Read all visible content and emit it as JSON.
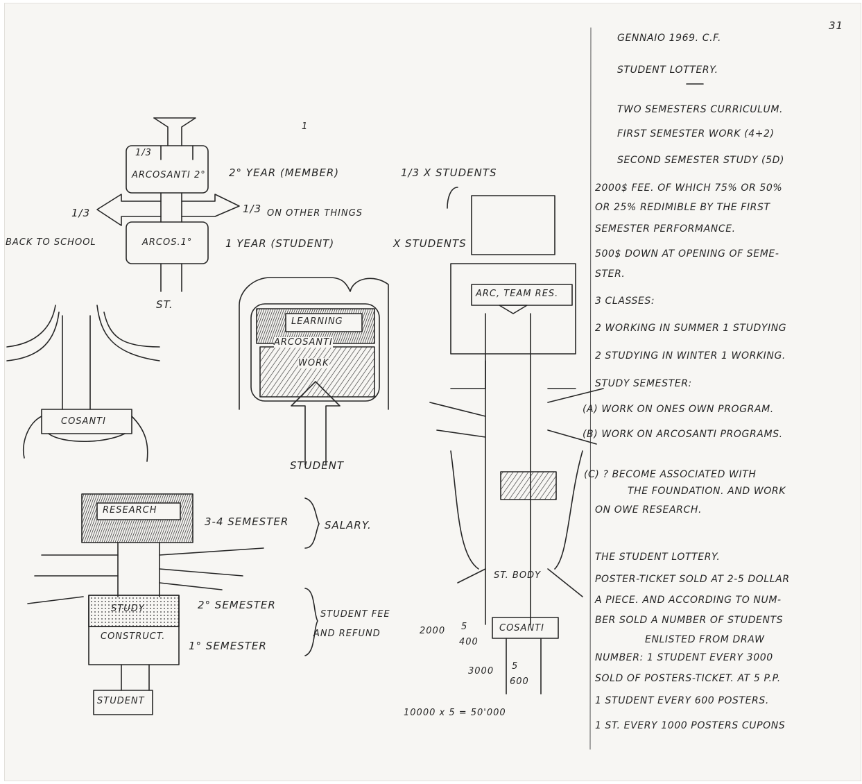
{
  "page_number": "31",
  "notes": {
    "header": "GENNAIO 1969. C.F.",
    "title": "STUDENT LOTTERY.",
    "lines": [
      "TWO SEMESTERS CURRICULUM.",
      "FIRST SEMESTER WORK (4+2)",
      "SECOND SEMESTER STUDY (5D)",
      "2000$ FEE. OF WHICH 75% OR 50%",
      "OR 25% REDIMIBLE BY THE FIRST",
      "SEMESTER PERFORMANCE.",
      "500$ DOWN AT OPENING OF SEME-",
      "STER.",
      "3 CLASSES:",
      "2 WORKING IN SUMMER 1 STUDYING",
      "2 STUDYING IN WINTER 1 WORKING.",
      "STUDY SEMESTER:",
      "(A) WORK ON ONES OWN PROGRAM.",
      "(B) WORK ON ARCOSANTI PROGRAMS.",
      "(C) ? BECOME ASSOCIATED WITH",
      "THE FOUNDATION. AND WORK",
      "ON OWE RESEARCH.",
      "THE STUDENT LOTTERY.",
      "POSTER-TICKET SOLD AT 2-5 DOLLAR",
      "A PIECE. AND ACCORDING TO NUM-",
      "BER SOLD A NUMBER OF STUDENTS",
      "ENLISTED FROM DRAW",
      "NUMBER: 1 STUDENT EVERY 3000",
      "SOLD OF POSTERS-TICKET. AT 5 P.P.",
      "1 STUDENT EVERY 600 POSTERS.",
      "1 ST. EVERY 1000 POSTERS CUPONS"
    ]
  },
  "diagram_top": {
    "fraction": "1/3",
    "arcosanti_2": "ARCOSANTI 2°",
    "year2": "2° YEAR (MEMBER)",
    "students_third": "1/3 X STUDENTS",
    "left_third": "1/3",
    "right_third": "1/3",
    "other_things": "ON OTHER THINGS",
    "back_to_school": "BACK TO SCHOOL",
    "arcos_1": "ARCOS.1°",
    "year1": "1 YEAR (STUDENT)",
    "x_students": "X STUDENTS",
    "st": "ST.",
    "mark": "1"
  },
  "diagram_center": {
    "learning": "LEARNING",
    "arcosanti": "ARCOSANTI",
    "work": "WORK",
    "student": "STUDENT"
  },
  "diagram_left": {
    "cosanti": "COSANTI"
  },
  "diagram_bottom": {
    "research": "RESEARCH",
    "semesters_34": "3-4 SEMESTER",
    "salary": "SALARY.",
    "study": "STUDY",
    "construct": "CONSTRUCT.",
    "semester2": "2° SEMESTER",
    "semester1": "1° SEMESTER",
    "student_fee": "STUDENT FEE",
    "and_refund": "AND REFUND",
    "student_box": "STUDENT"
  },
  "diagram_right": {
    "arc_team": "ARC, TEAM RES.",
    "st_body": "ST. BODY",
    "cosanti": "COSANTI"
  },
  "calculations": {
    "row1_left": "2000",
    "row1_num": "5",
    "row1_den": "400",
    "row2_left": "3000",
    "row2_num": "5",
    "row2_den": "600",
    "product": "10000 x 5 = 50'000"
  }
}
